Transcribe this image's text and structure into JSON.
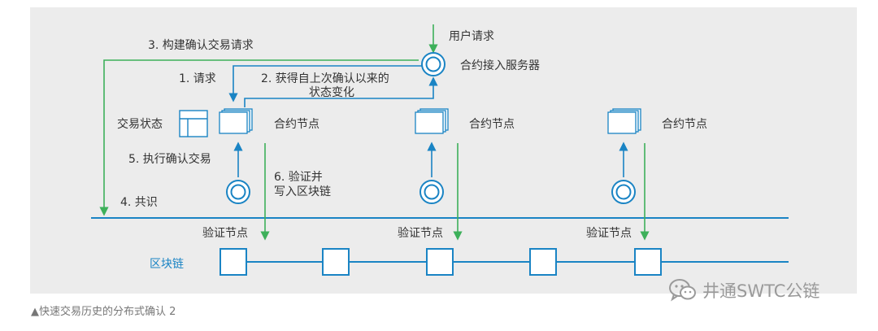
{
  "colors": {
    "background": "#ececec",
    "blue": "#1a84c4",
    "green": "#3db05a",
    "text": "#333333",
    "caption": "#777777"
  },
  "labels": {
    "user_request": "用户请求",
    "contract_access_server": "合约接入服务器",
    "step1": "1. 请求",
    "step2_line1": "2. 获得自上次确认以来的",
    "step2_line2": "状态变化",
    "step3": "3. 构建确认交易请求",
    "step4": "4. 共识",
    "step5": "5. 执行确认交易",
    "step6_line1": "6. 验证并",
    "step6_line2": "写入区块链",
    "transaction_state": "交易状态",
    "contract_node": "合约节点",
    "validation_node": "验证节点",
    "blockchain": "区块链"
  },
  "caption": "▲快速交易历史的分布式确认 2",
  "watermark": {
    "text": "井通SWTC公链",
    "icon": "wechat-icon"
  }
}
